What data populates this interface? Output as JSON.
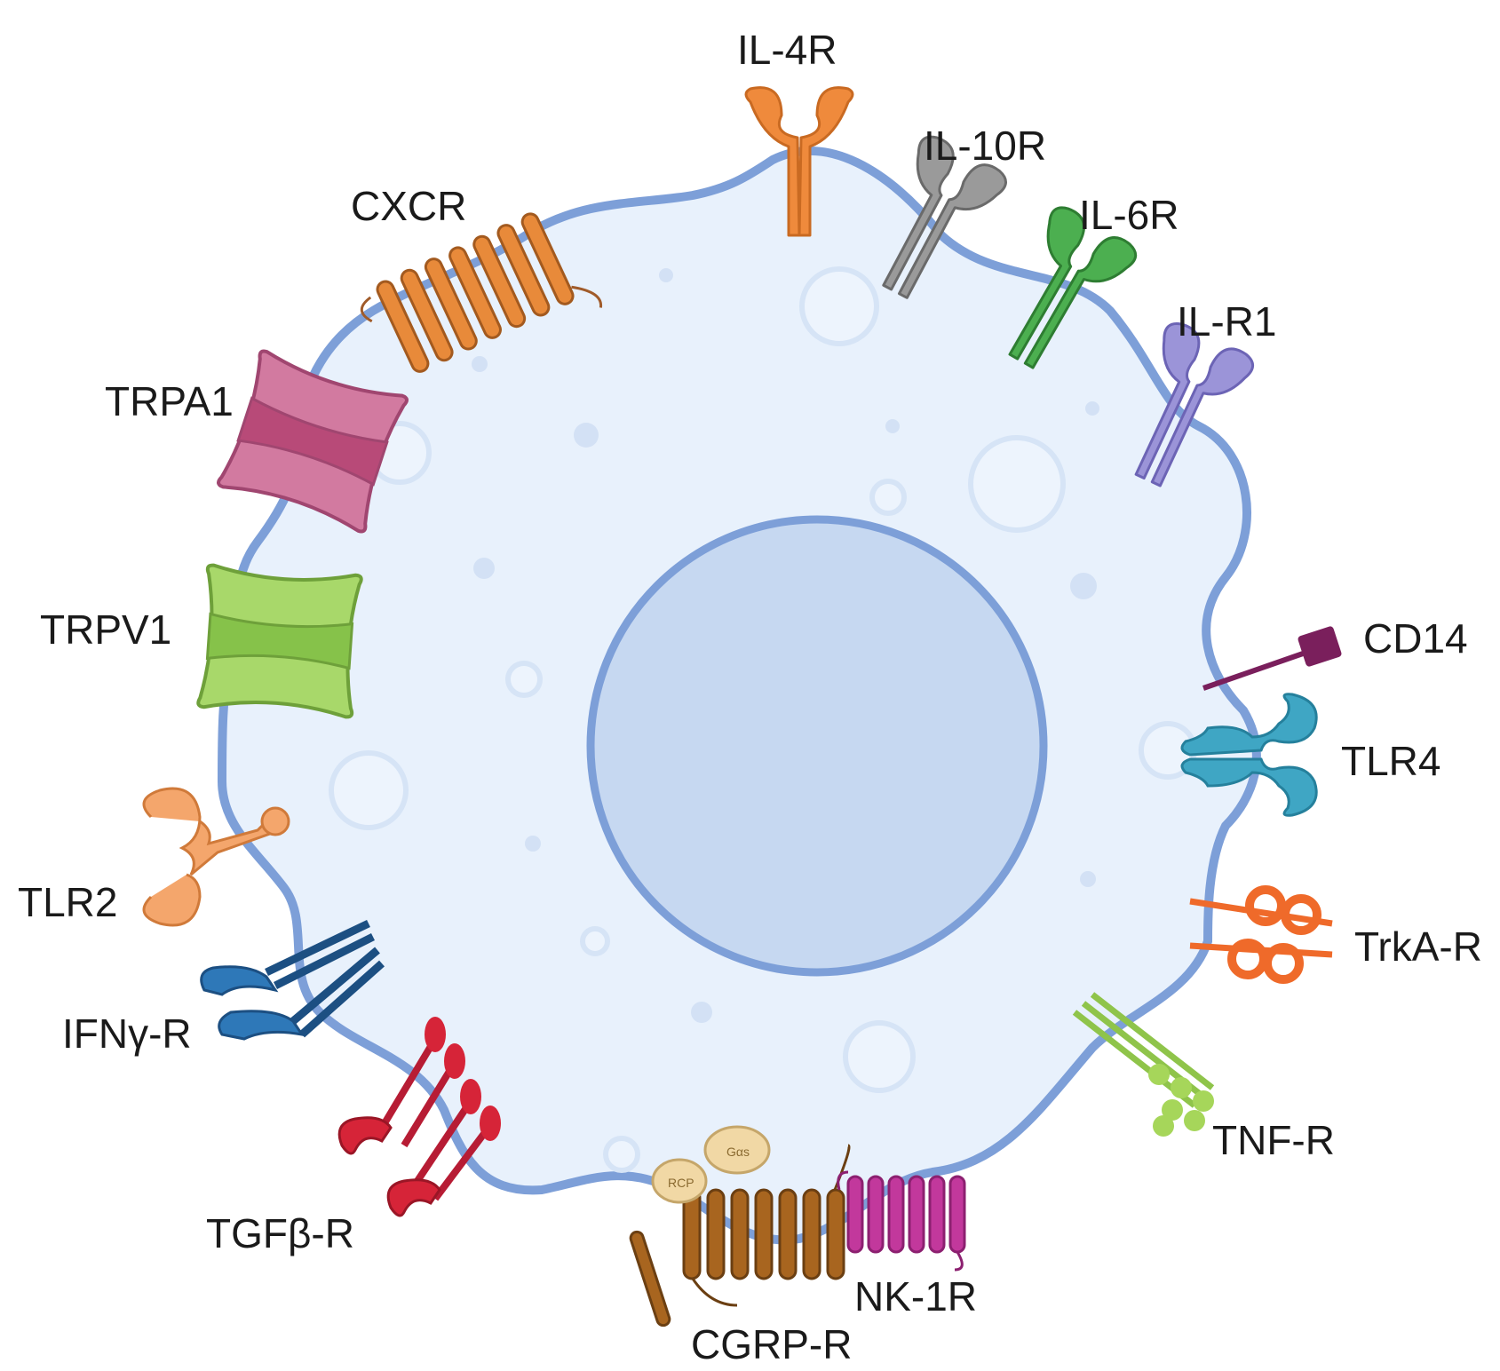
{
  "receptors": {
    "il4r": "IL-4R",
    "il10r": "IL-10R",
    "il6r": "IL-6R",
    "ilr1": "IL-R1",
    "cxcr": "CXCR",
    "trpa1": "TRPA1",
    "trpv1": "TRPV1",
    "cd14": "CD14",
    "tlr4": "TLR4",
    "tlr2": "TLR2",
    "trka_r": "TrkA-R",
    "ifng_r": "IFNγ-R",
    "tnf_r": "TNF-R",
    "tgfb_r": "TGFβ-R",
    "cgrp_r": "CGRP-R",
    "nk1r": "NK-1R",
    "rcp": "RCP",
    "galpha": "Gαs"
  },
  "colors": {
    "il4r": "#ef8a3c",
    "il10r": "#8e8e8e",
    "il6r": "#4caf50",
    "ilr1": "#9b94d8",
    "cxcr": "#e88a3a",
    "trpa1": "#c95a86",
    "trpv1": "#9bd05c",
    "cd14": "#7a1f5c",
    "tlr4": "#3fa6c4",
    "tlr2": "#f4a66c",
    "trka_r": "#ef6a2a",
    "ifng_r": "#1f5f99",
    "tnf_r": "#a6d65a",
    "tgfb_r": "#d62438",
    "cgrp_r": "#a8651f",
    "nk1r": "#c2389c",
    "membrane": "#7d9fd8",
    "cytoplasm": "#e8f1fc",
    "nucleus": "#c6d8f1"
  }
}
